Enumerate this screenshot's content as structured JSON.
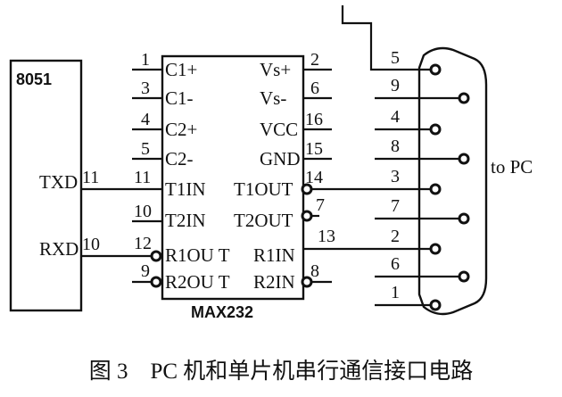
{
  "mcu": {
    "label": "8051",
    "txd": {
      "label": "TXD",
      "pin": "11"
    },
    "rxd": {
      "label": "RXD",
      "pin": "10"
    }
  },
  "max232": {
    "label": "MAX232",
    "left_pins": [
      {
        "num": "1",
        "name": "C1+"
      },
      {
        "num": "3",
        "name": "C1-"
      },
      {
        "num": "4",
        "name": "C2+"
      },
      {
        "num": "5",
        "name": "C2-"
      },
      {
        "num": "11",
        "name": "T1IN"
      },
      {
        "num": "10",
        "name": "T2IN"
      },
      {
        "num": "12",
        "name": "R1OU T"
      },
      {
        "num": "9",
        "name": "R2OU T"
      }
    ],
    "right_pins": [
      {
        "num": "2",
        "name": "Vs+"
      },
      {
        "num": "6",
        "name": "Vs-"
      },
      {
        "num": "16",
        "name": "VCC"
      },
      {
        "num": "15",
        "name": "GND"
      },
      {
        "num": "14",
        "name": "T1OUT"
      },
      {
        "num": "7",
        "name": "T2OUT"
      },
      {
        "num": "13",
        "name": "R1IN"
      },
      {
        "num": "8",
        "name": "R2IN"
      }
    ]
  },
  "connector": {
    "label": "to PC",
    "pins": [
      "5",
      "9",
      "4",
      "8",
      "3",
      "7",
      "2",
      "6",
      "1"
    ]
  },
  "caption": "图 3　PC 机和单片机串行通信接口电路"
}
